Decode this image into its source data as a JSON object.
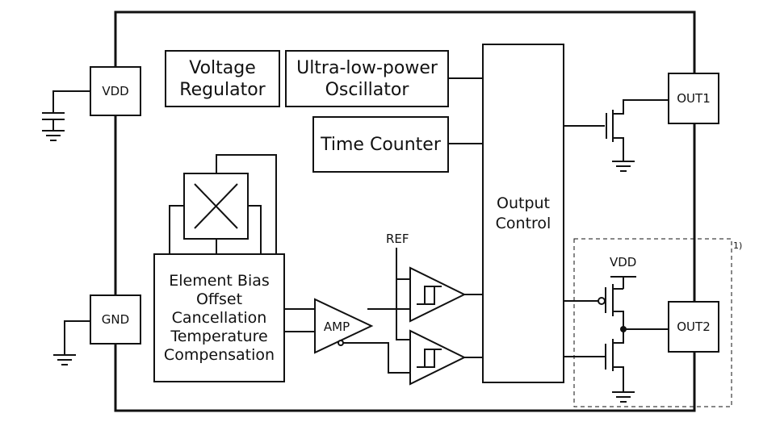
{
  "blocks": {
    "voltage_regulator": [
      "Voltage",
      "Regulator"
    ],
    "oscillator": [
      "Ultra-low-power",
      "Oscillator"
    ],
    "time_counter": "Time Counter",
    "output_control": [
      "Output",
      "Control"
    ],
    "bias_block": [
      "Element Bias",
      "Offset",
      "Cancellation",
      "Temperature",
      "Compensation"
    ],
    "amp": "AMP"
  },
  "pins": {
    "vdd": "VDD",
    "gnd": "GND",
    "out1": "OUT1",
    "out2": "OUT2"
  },
  "labels": {
    "ref": "REF",
    "vdd_supply": "VDD",
    "footnote": "1)"
  }
}
